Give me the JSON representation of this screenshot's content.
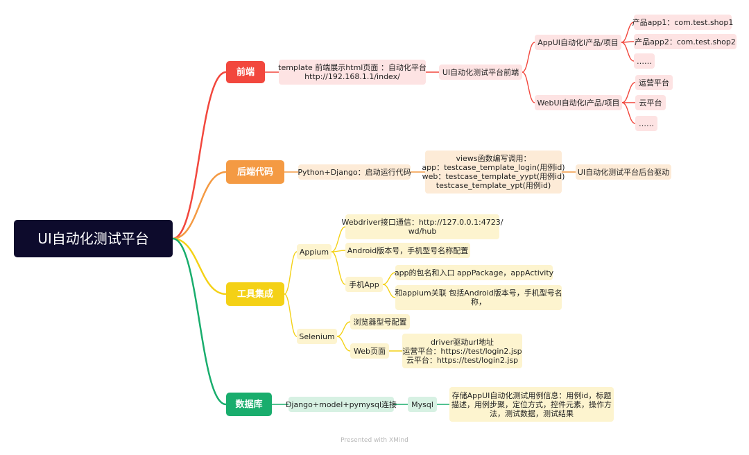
{
  "root": {
    "label": "UI自动化测试平台"
  },
  "branches": {
    "frontend": {
      "label": "前端",
      "color": "#f2473d",
      "template": "template 前端展示html页面 ：自动化平台\nhttp://192.168.1.1/index/",
      "ui_frontend": "UI自动化测试平台前端",
      "appui": "AppUI自动化l产品/项目",
      "app1": "产品app1：com.test.shop1",
      "app2": "产品app2：com.test.shop2",
      "app_more": "……",
      "webui": "WebUI自动化l产品/项目",
      "web_yunying": "运营平台",
      "web_yun": "云平台",
      "web_more": "……"
    },
    "backend": {
      "label": "后端代码",
      "color": "#f49a43",
      "python": "Python+Django：启动运行代码",
      "views": "views函数编写调用：\napp：testcase_template_login(用例id)\nweb：testcase_template_yypt(用例id)\n        testcase_template_ypt(用例id)",
      "driver": "UI自动化测试平台后台驱动"
    },
    "tools": {
      "label": "工具集成",
      "color": "#f4d116",
      "appium": "Appium",
      "webdriver": "Webdriver接口通信：http://127.0.0.1:4723/\nwd/hub",
      "android": "Android版本号，手机型号名称配置",
      "phone_app": "手机App",
      "package": "app的包名和入口 appPackage，appActivity",
      "appium_link": "和appium关联 包括Android版本号，手机型号名\n称，",
      "selenium": "Selenium",
      "browser": "浏览器型号配置",
      "web_page": "Web页面",
      "driver_url": "driver驱动url地址\n运营平台：https://test/login2.jsp\n云平台：https://test/login2.jsp"
    },
    "database": {
      "label": "数据库",
      "color": "#19ad6d",
      "django": "Django+model+pymysql连接",
      "mysql": "Mysql",
      "storage": "存储AppUI自动化测试用例信息：用例id，标题\n描述，用例步聚，定位方式，控件元素，操作方\n法，测试数据，测试结果"
    }
  },
  "footer": "Presented with XMind"
}
